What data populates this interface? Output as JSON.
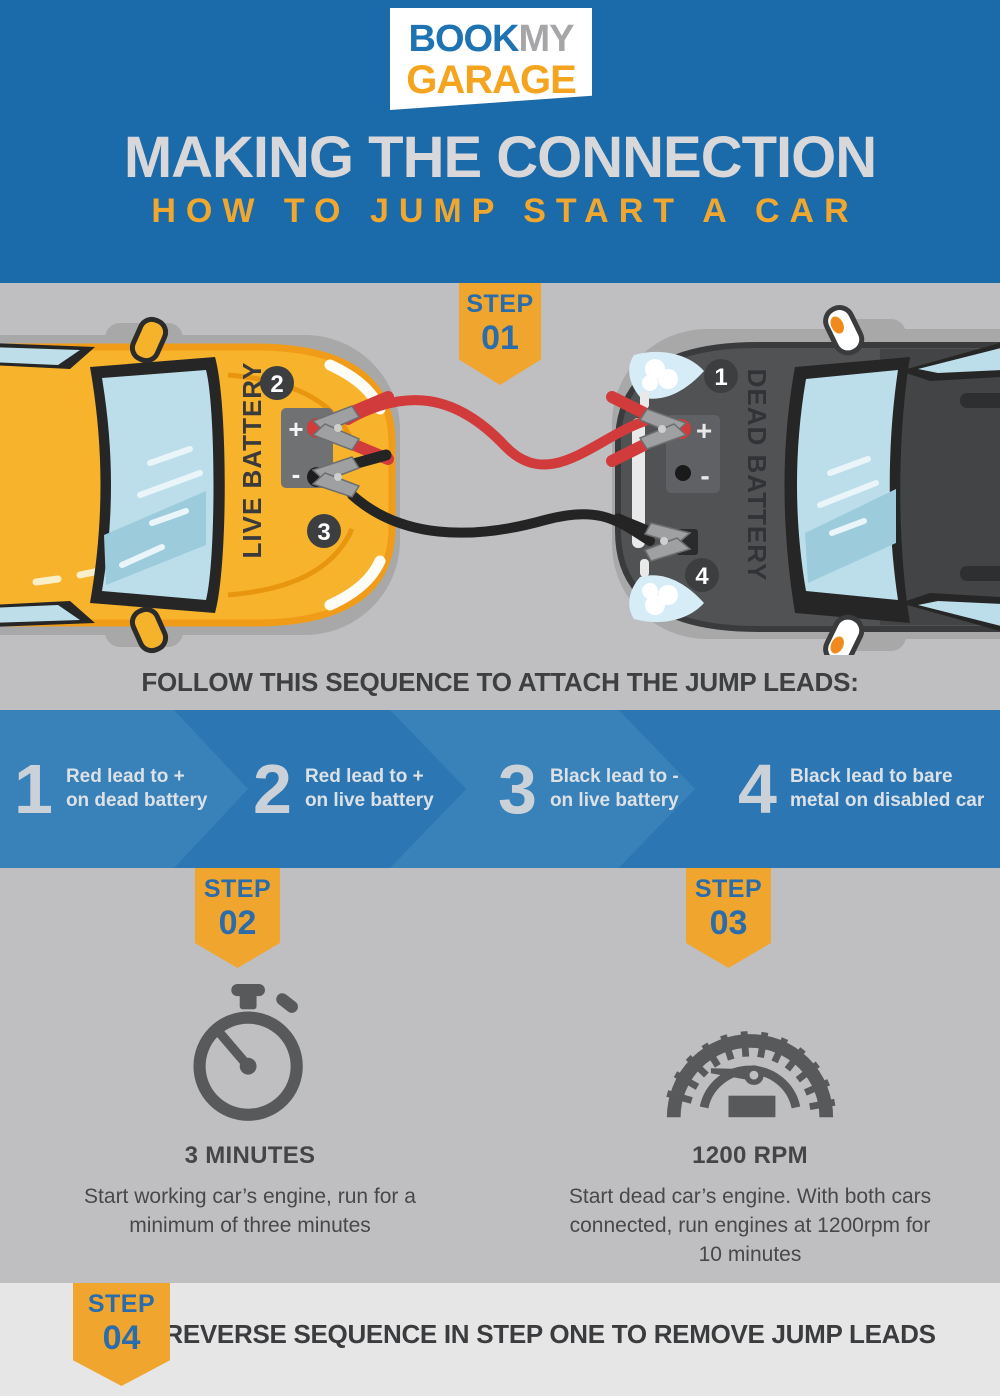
{
  "colors": {
    "header_blue": "#1B6AA9",
    "accent_orange": "#F0A62E",
    "bar_blue": "#2B76B3",
    "chevron_blue": "#3981B9",
    "scene_gray": "#BFBFC1",
    "footer_gray": "#E6E6E7",
    "badge_text_blue": "#2B6CAB",
    "dark_text": "#3E3F41",
    "icon_gray": "#58595B",
    "cable_red": "#D23B3B",
    "cable_black": "#242424",
    "car_yellow": "#F7B32B",
    "car_dark": "#4E4F51"
  },
  "logo": {
    "book": "BOOK",
    "my": "MY",
    "garage": "GARAGE"
  },
  "header": {
    "title": "MAKING THE CONNECTION",
    "subtitle": "HOW TO JUMP START A CAR"
  },
  "badges": {
    "step1": {
      "label": "STEP",
      "number": "01"
    },
    "step2": {
      "label": "STEP",
      "number": "02"
    },
    "step3": {
      "label": "STEP",
      "number": "03"
    },
    "step4": {
      "label": "STEP",
      "number": "04"
    }
  },
  "scene": {
    "live_label": "LIVE BATTERY",
    "dead_label": "DEAD BATTERY",
    "plus": "+",
    "minus": "-",
    "marker1": "1",
    "marker2": "2",
    "marker3": "3",
    "marker4": "4"
  },
  "sequence": {
    "heading": "FOLLOW THIS SEQUENCE TO ATTACH THE JUMP LEADS:",
    "items": [
      {
        "number": "1",
        "line1": "Red lead to +",
        "line2": "on dead battery"
      },
      {
        "number": "2",
        "line1": "Red lead to +",
        "line2": "on live battery"
      },
      {
        "number": "3",
        "line1": "Black lead to -",
        "line2": "on live battery"
      },
      {
        "number": "4",
        "line1": "Black lead to bare",
        "line2": "metal on disabled car"
      }
    ]
  },
  "step2": {
    "icon": "stopwatch-icon",
    "heading": "3 MINUTES",
    "body": "Start working car’s engine, run for a minimum of three minutes"
  },
  "step3": {
    "icon": "gauge-icon",
    "heading": "1200 RPM",
    "body": "Start dead car’s engine. With both cars connected, run engines at 1200rpm for 10 minutes"
  },
  "step4": {
    "heading": "REVERSE SEQUENCE IN STEP ONE TO REMOVE JUMP LEADS"
  }
}
